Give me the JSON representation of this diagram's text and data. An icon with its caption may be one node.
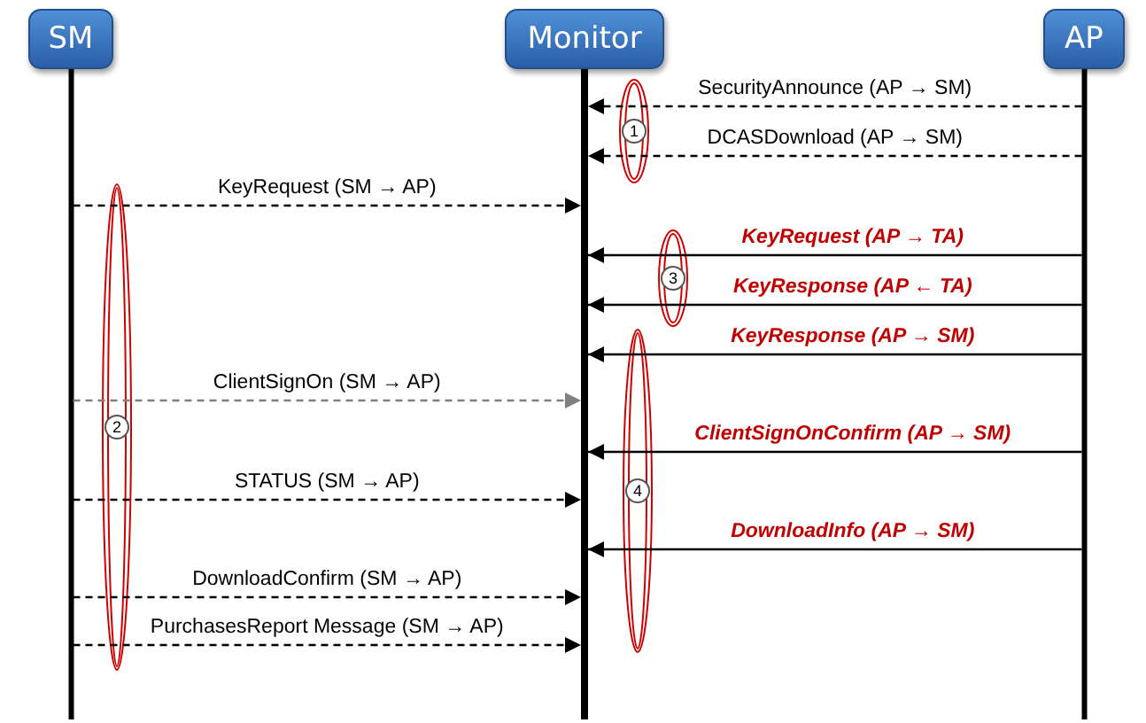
{
  "diagram": {
    "nodes": [
      {
        "text": [
          "SM"
        ]
      },
      {
        "text": [
          "Monitor"
        ]
      },
      {
        "text": [
          "AP"
        ]
      }
    ],
    "edges": [
      {
        "from": 2,
        "to": 1,
        "arrow": "to",
        "label": "SecurityAnnounce (AP → SM)",
        "style": "dashed"
      },
      {
        "from": 2,
        "to": 1,
        "arrow": "to",
        "label": "DCASDownload (AP → SM)",
        "style": "dashed"
      },
      {
        "from": 0,
        "to": 1,
        "arrow": "to",
        "label": "KeyRequest (SM → AP)",
        "style": "dashed"
      },
      {
        "from": 2,
        "to": 1,
        "arrow": "to",
        "label": "KeyRequest (AP → TA)"
      },
      {
        "from": 2,
        "to": 1,
        "arrow": "to",
        "label": "KeyResponse (AP ← TA)"
      },
      {
        "from": 2,
        "to": 1,
        "arrow": "to",
        "label": "KeyResponse (AP → SM)"
      },
      {
        "from": 0,
        "to": 1,
        "arrow": "to",
        "label": "ClientSignOn (SM → AP)",
        "style": "dashed",
        "color": "#808080"
      },
      {
        "from": 2,
        "to": 1,
        "arrow": "to",
        "label": "ClientSignOnConfirm (AP → SM)"
      },
      {
        "from": 0,
        "to": 1,
        "arrow": "to",
        "label": "STATUS (SM → AP)",
        "style": "dashed"
      },
      {
        "from": 2,
        "to": 1,
        "arrow": "to",
        "label": "DownloadInfo (AP → SM)"
      },
      {
        "from": 0,
        "to": 1,
        "arrow": "to",
        "label": "DownloadConfirm (SM → AP)",
        "style": "dashed"
      },
      {
        "from": 0,
        "to": 1,
        "arrow": "to",
        "label": "PurchasesReport Message (SM → AP)",
        "style": "dashed"
      }
    ],
    "labels": [
      "1",
      "3",
      "2",
      "4"
    ]
  }
}
